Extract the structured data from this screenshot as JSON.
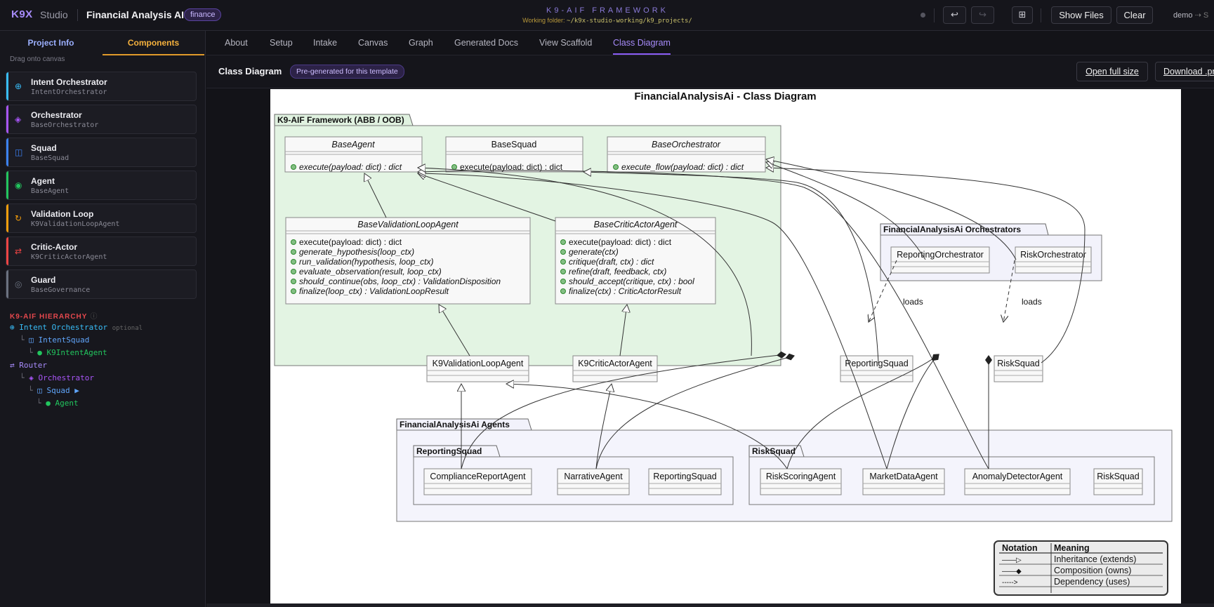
{
  "topbar": {
    "logo": "K9X",
    "studio": "Studio",
    "app_name": "Financial Analysis AI",
    "badge": "finance",
    "framework_title": "K9-AIF FRAMEWORK",
    "working_label": "Working folder:",
    "working_path": "~/k9x-studio-working/k9_projects/",
    "undo_icon": "↩",
    "redo_icon": "↪",
    "grid_icon": "⊞",
    "show_files": "Show Files",
    "clear": "Clear",
    "user": "demo",
    "user_extra": "⇢ S"
  },
  "sidebar": {
    "tabs": [
      "Project Info",
      "Components"
    ],
    "drag_hint": "Drag onto canvas",
    "components": [
      {
        "name": "Intent Orchestrator",
        "cls": "IntentOrchestrator",
        "color": "#38bdf8",
        "icon": "⊕"
      },
      {
        "name": "Orchestrator",
        "cls": "BaseOrchestrator",
        "color": "#a855f7",
        "icon": "◈"
      },
      {
        "name": "Squad",
        "cls": "BaseSquad",
        "color": "#3b82f6",
        "icon": "◫"
      },
      {
        "name": "Agent",
        "cls": "BaseAgent",
        "color": "#22c55e",
        "icon": "◉"
      },
      {
        "name": "Validation Loop",
        "cls": "K9ValidationLoopAgent",
        "color": "#f59e0b",
        "icon": "↻"
      },
      {
        "name": "Critic-Actor",
        "cls": "K9CriticActorAgent",
        "color": "#ef4444",
        "icon": "⇄"
      },
      {
        "name": "Guard",
        "cls": "BaseGovernance",
        "color": "#6b7280",
        "icon": "◎"
      }
    ],
    "hierarchy_title": "K9-AIF HIERARCHY",
    "hierarchy_info": "ⓘ",
    "hierarchy": [
      {
        "prefix": "",
        "icon": "⊕",
        "label": "Intent Orchestrator",
        "note": "optional",
        "color": "#38bdf8"
      },
      {
        "prefix": "└",
        "icon": "◫",
        "label": "IntentSquad",
        "note": "",
        "color": "#60a5fa"
      },
      {
        "prefix": "└",
        "icon": "●",
        "label": "K9IntentAgent",
        "note": "",
        "color": "#22c55e"
      },
      {
        "prefix": "",
        "icon": "⇄",
        "label": "Router",
        "note": "",
        "color": "#a78bfa"
      },
      {
        "prefix": "└",
        "icon": "◈",
        "label": "Orchestrator",
        "note": "",
        "color": "#a855f7"
      },
      {
        "prefix": "└",
        "icon": "◫",
        "label": "Squad ▶",
        "note": "",
        "color": "#60a5fa"
      },
      {
        "prefix": "└",
        "icon": "●",
        "label": "Agent",
        "note": "",
        "color": "#22c55e"
      }
    ]
  },
  "nav": {
    "tabs": [
      "About",
      "Setup",
      "Intake",
      "Canvas",
      "Graph",
      "Generated Docs",
      "View Scaffold",
      "Class Diagram"
    ],
    "active": "Class Diagram"
  },
  "header": {
    "title": "Class Diagram",
    "badge": "Pre-generated for this template",
    "open_full": "Open full size",
    "download": "Download .png"
  },
  "diagram": {
    "title": "FinancialAnalysisAi - Class Diagram",
    "packages": {
      "framework": "K9-AIF Framework (ABB / OOB)",
      "orchestrators": "FinancialAnalysisAi Orchestrators",
      "agents": "FinancialAnalysisAi Agents",
      "reporting_squad": "ReportingSquad",
      "risk_squad": "RiskSquad"
    },
    "classes": {
      "base_agent": {
        "name": "BaseAgent",
        "methods": [
          "execute(payload: dict) : dict"
        ]
      },
      "base_squad": {
        "name": "BaseSquad",
        "methods": [
          "execute(payload: dict) : dict"
        ]
      },
      "base_orchestrator": {
        "name": "BaseOrchestrator",
        "methods": [
          "execute_flow(payload: dict) : dict"
        ]
      },
      "base_validation": {
        "name": "BaseValidationLoopAgent",
        "methods": [
          "execute(payload: dict) : dict",
          "generate_hypothesis(loop_ctx)",
          "run_validation(hypothesis, loop_ctx)",
          "evaluate_observation(result, loop_ctx)",
          "should_continue(obs, loop_ctx) : ValidationDisposition",
          "finalize(loop_ctx) : ValidationLoopResult"
        ]
      },
      "base_critic": {
        "name": "BaseCriticActorAgent",
        "methods": [
          "execute(payload: dict) : dict",
          "generate(ctx)",
          "critique(draft, ctx) : dict",
          "refine(draft, feedback, ctx)",
          "should_accept(critique, ctx) : bool",
          "finalize(ctx) : CriticActorResult"
        ]
      },
      "k9_validation": "K9ValidationLoopAgent",
      "k9_critic": "K9CriticActorAgent",
      "reporting_orch": "ReportingOrchestrator",
      "risk_orch": "RiskOrchestrator",
      "reporting_squad": "ReportingSquad",
      "risk_squad": "RiskSquad",
      "compliance": "ComplianceReportAgent",
      "narrative": "NarrativeAgent",
      "reporting_squad_inner": "ReportingSquad",
      "risk_scoring": "RiskScoringAgent",
      "market_data": "MarketDataAgent",
      "anomaly": "AnomalyDetectorAgent",
      "risk_squad_inner": "RiskSquad"
    },
    "loads": "loads",
    "legend": {
      "head_notation": "Notation",
      "head_meaning": "Meaning",
      "rows": [
        {
          "sym": "——▷",
          "meaning": "Inheritance (extends)"
        },
        {
          "sym": "——◆",
          "meaning": "Composition (owns)"
        },
        {
          "sym": "----->",
          "meaning": "Dependency (uses)"
        }
      ]
    }
  }
}
